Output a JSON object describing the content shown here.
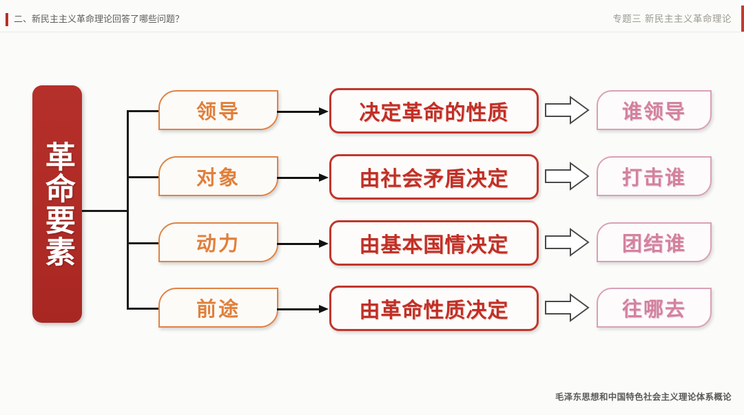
{
  "header": {
    "title": "二、新民主主义革命理论回答了哪些问题？",
    "topic": "专题三 新民主主义革命理论",
    "accent_color": "#b5302a"
  },
  "footer": {
    "course": "毛泽东思想和中国特色社会主义理论体系概论"
  },
  "diagram": {
    "root": {
      "label": "革命要素",
      "color": "#b5302a"
    },
    "colors": {
      "keyword": "#e0803c",
      "statement": "#c22f26",
      "answer": "#d4819e"
    },
    "rows": [
      {
        "keyword": "领导",
        "statement": "决定革命的性质",
        "answer": "谁领导"
      },
      {
        "keyword": "对象",
        "statement": "由社会矛盾决定",
        "answer": "打击谁"
      },
      {
        "keyword": "动力",
        "statement": "由基本国情决定",
        "answer": "团结谁"
      },
      {
        "keyword": "前途",
        "statement": "由革命性质决定",
        "answer": "往哪去"
      }
    ]
  }
}
